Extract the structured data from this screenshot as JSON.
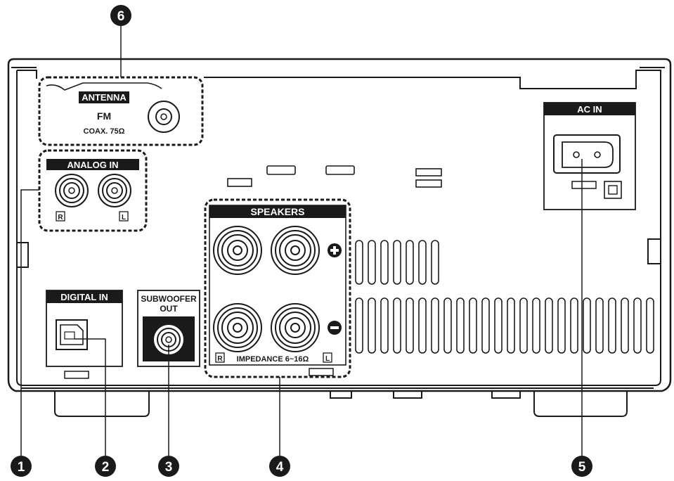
{
  "labels": {
    "antenna": "ANTENNA",
    "fm": "FM",
    "coax": "COAX. 75Ω",
    "analog_in": "ANALOG IN",
    "analog_r": "R",
    "analog_l": "L",
    "digital_in": "DIGITAL IN",
    "subwoofer_line1": "SUBWOOFER",
    "subwoofer_line2": "OUT",
    "speakers": "SPEAKERS",
    "speaker_r": "R",
    "speaker_l": "L",
    "impedance": "IMPEDANCE 6~16Ω",
    "ac_in": "AC IN"
  },
  "callouts": [
    "1",
    "2",
    "3",
    "4",
    "5",
    "6"
  ],
  "colors": {
    "line": "#1a1a1a",
    "panel": "#ffffff",
    "label_bg": "#1a1a1a",
    "label_text": "#ffffff"
  }
}
